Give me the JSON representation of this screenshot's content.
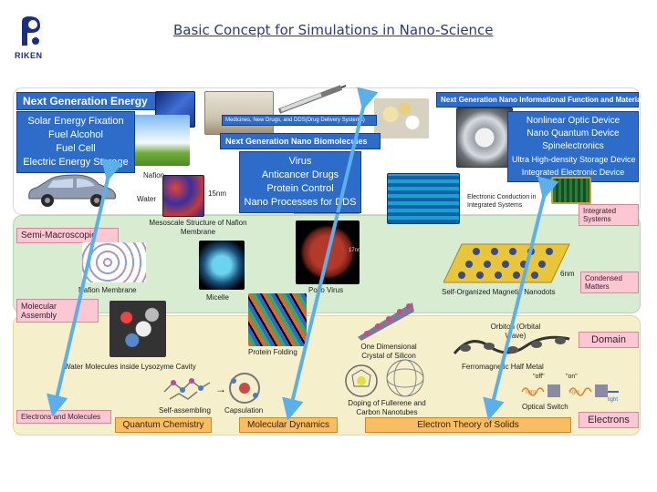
{
  "title": "Basic Concept for Simulations in Nano-Science",
  "logo": {
    "text": "RIKEN",
    "color": "#1a2f80"
  },
  "colors": {
    "blue": "#2d6cc8",
    "pink": "#fbc7d2",
    "orange": "#f9bd64",
    "green_band": "#d8ecd2",
    "yellow_band": "#f6efcc",
    "arrow": "#5ab0ea"
  },
  "energy": {
    "header": "Next Generation Energy",
    "items": [
      "Solar Energy Fixation",
      "Fuel Alcohol",
      "Fuel Cell",
      "Electric Energy Storage"
    ]
  },
  "bio": {
    "small_label": "Medicines, New Drugs, and DDS(Drug Delivery Systems)",
    "header": "Next Generation Nano Biomolecules",
    "items": [
      "Virus",
      "Anticancer Drugs",
      "Protein Control",
      "Nano Processes for DDS"
    ]
  },
  "nanoinfo": {
    "header": "Next Generation Nano Informational Function and Materials",
    "items": [
      "Nonlinear Optic Device",
      "Nano Quantum Device",
      "Spinelectronics",
      "Ultra High-density Storage Device",
      "Integrated Electronic Device"
    ]
  },
  "pink_labels": {
    "semi_macroscopic": "Semi-Macroscopic",
    "molecular_assembly": "Molecular Assembly",
    "electrons_molecules": "Electrons and Molecules",
    "integrated_systems": "Integrated Systems",
    "condensed_matters": "Condensed Matters",
    "domain": "Domain",
    "electrons": "Electrons"
  },
  "methods": [
    "Quantum Chemistry",
    "Molecular Dynamics",
    "Electron Theory of Solids"
  ],
  "captions": {
    "nafion": "Nafion",
    "water": "Water",
    "scale15": "15nm",
    "mesoscale": "Mesoscale Structure of Nafion Membrane",
    "nafion_membrane": "Nafion Membrane",
    "micelle": "Micelle",
    "polio": "Polio Virus",
    "scale17": "17nm",
    "electronic_conduction": "Electronic Conduction in Integrated Systems",
    "scale6": "6nm",
    "magnetic_nanodots": "Self-Organized Magnetic Nanodots",
    "water_lysozyme": "Water Molecules inside Lysozyme Cavity",
    "protein_folding": "Protein Folding",
    "one_dim_crystal": "One Dimensional Crystal of Silicon",
    "orbiton": "Orbiton (Orbital Wave)",
    "ferromagnetic": "Ferromagnetic Half Metal",
    "self_assembling": "Self-assembling",
    "capsulation": "Capsulation",
    "doping": "Doping of Fullerene and Carbon Nanotubes",
    "optical_switch": "Optical Switch",
    "off": "\"off\"",
    "on": "\"on\"",
    "light": "light"
  }
}
